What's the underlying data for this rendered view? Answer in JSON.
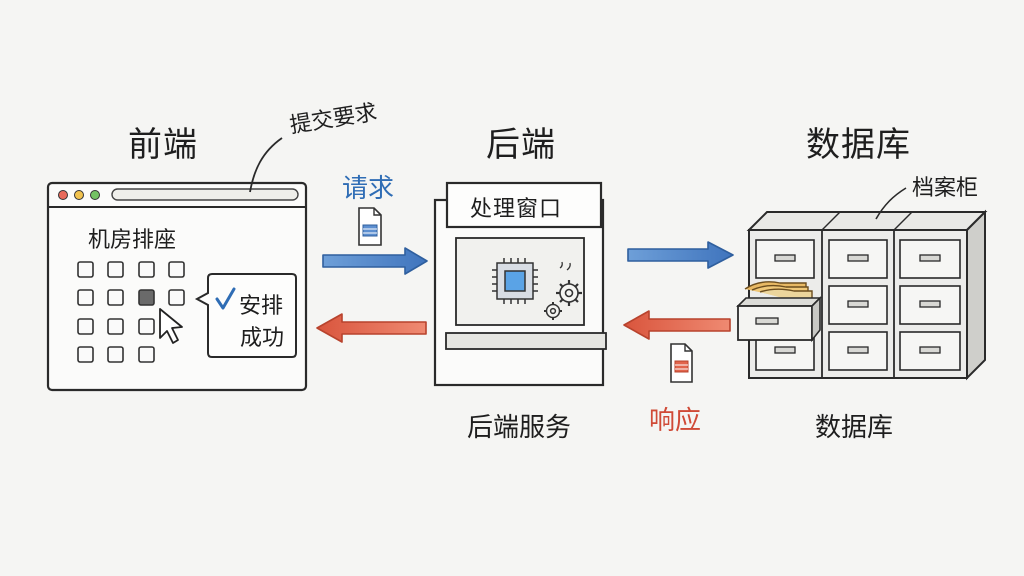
{
  "frontend": {
    "title": "前端",
    "callout": "提交要求",
    "window_label": "机房排座",
    "popup_line1": "安排",
    "popup_line2": "成功"
  },
  "backend": {
    "title": "后端",
    "panel_label": "处理窗口",
    "caption": "后端服务"
  },
  "database": {
    "title": "数据库",
    "callout": "档案柜",
    "caption": "数据库"
  },
  "flows": {
    "request_label": "请求",
    "response_label": "响应"
  },
  "colors": {
    "request": "#4a82c8",
    "response": "#e2644c",
    "ink": "#2a2a2a"
  },
  "icons": [
    "document-icon",
    "chip-icon",
    "gear-icon",
    "cursor-icon",
    "check-icon",
    "filing-cabinet-icon"
  ]
}
